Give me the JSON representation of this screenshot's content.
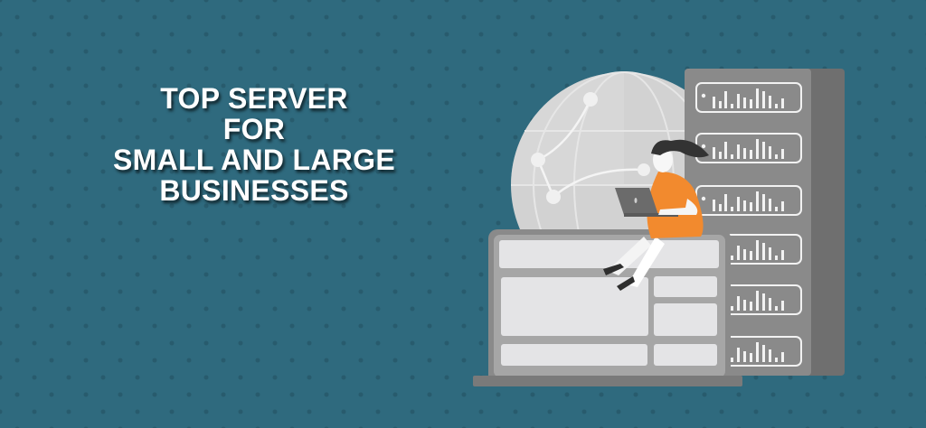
{
  "banner": {
    "headline_lines": [
      "TOP SERVER",
      "FOR",
      "SMALL AND LARGE",
      "BUSINESSES"
    ]
  },
  "illustration": {
    "elements": [
      "globe-icon",
      "network-nodes",
      "server-rack-icon",
      "laptop-icon",
      "person-with-laptop"
    ],
    "server_slots": 6,
    "colors": {
      "background": "#2f6a7e",
      "dots": "#285b6d",
      "server": "#8a8a8a",
      "server_dark": "#6f6f6f",
      "globe": "#d2d2d2",
      "laptop_frame": "#9a9a9a",
      "laptop_panel": "#e4e4e6",
      "shirt": "#f28a2e",
      "hair": "#333333"
    }
  }
}
